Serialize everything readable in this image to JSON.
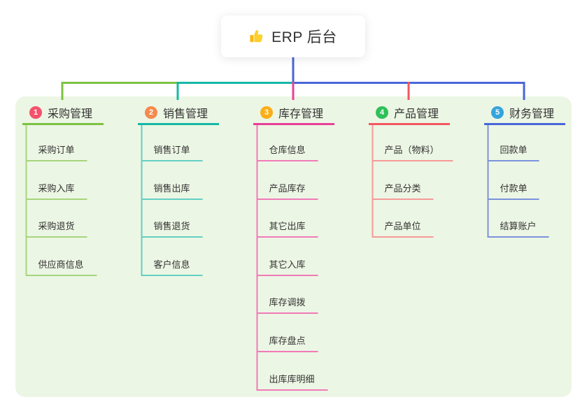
{
  "root": {
    "label": "ERP 后台",
    "icon": "thumbs-up"
  },
  "panel": {
    "background": "#ecf6e4"
  },
  "connector_color": "#4966d9",
  "branches": [
    {
      "index": "1",
      "label": "采购管理",
      "badge_color": "#f4516c",
      "line_color": "#7cc242",
      "child_line_color": "#a6d57d",
      "children": [
        "采购订单",
        "采购入库",
        "采购退货",
        "供应商信息"
      ]
    },
    {
      "index": "2",
      "label": "销售管理",
      "badge_color": "#f58a4d",
      "line_color": "#16b8a6",
      "child_line_color": "#63cfc3",
      "children": [
        "销售订单",
        "销售出库",
        "销售退货",
        "客户信息"
      ]
    },
    {
      "index": "3",
      "label": "库存管理",
      "badge_color": "#fcae17",
      "line_color": "#e8409a",
      "child_line_color": "#f17ab8",
      "children": [
        "仓库信息",
        "产品库存",
        "其它出库",
        "其它入库",
        "库存调拨",
        "库存盘点",
        "出库库明细"
      ]
    },
    {
      "index": "4",
      "label": "产品管理",
      "badge_color": "#2ec15a",
      "line_color": "#f25762",
      "child_line_color": "#f59a9a",
      "children": [
        "产品（物料）",
        "产品分类",
        "产品单位"
      ]
    },
    {
      "index": "5",
      "label": "财务管理",
      "badge_color": "#34a4dd",
      "line_color": "#4966d9",
      "child_line_color": "#7b92dd",
      "children": [
        "回款单",
        "付款单",
        "结算账户"
      ]
    }
  ]
}
